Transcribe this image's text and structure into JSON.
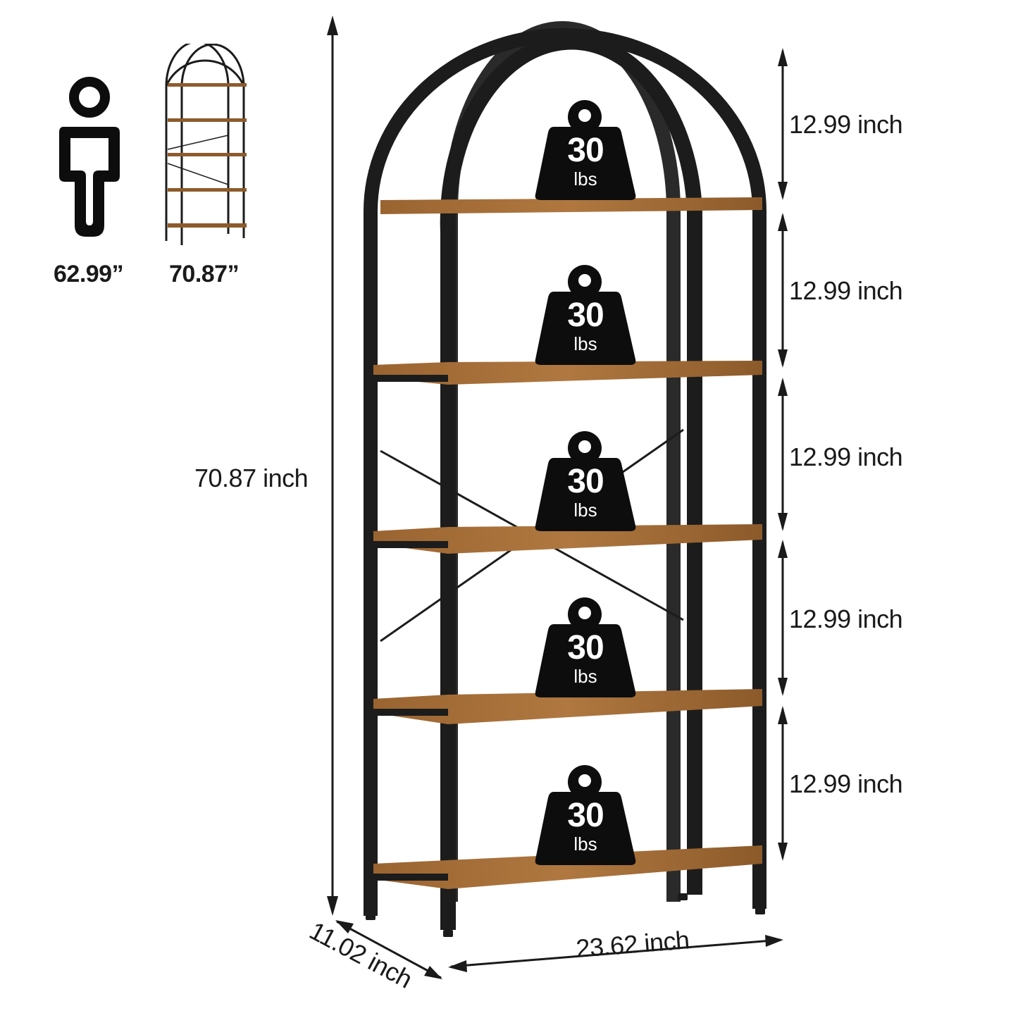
{
  "comparison": {
    "person_height": "62.99”",
    "shelf_height": "70.87”",
    "icons": [
      "person-icon",
      "mini-bookshelf-icon"
    ]
  },
  "dimensions": {
    "total_height": "70.87 inch",
    "depth": "11.02 inch",
    "width": "23.62 inch",
    "shelf_gaps": [
      "12.99 inch",
      "12.99 inch",
      "12.99 inch",
      "12.99 inch",
      "12.99 inch"
    ]
  },
  "weight_badges": [
    {
      "value": "30",
      "unit": "lbs"
    },
    {
      "value": "30",
      "unit": "lbs"
    },
    {
      "value": "30",
      "unit": "lbs"
    },
    {
      "value": "30",
      "unit": "lbs"
    },
    {
      "value": "30",
      "unit": "lbs"
    }
  ],
  "colors": {
    "frame": "#1c1c1c",
    "wood": "#8a5a2e",
    "wood_light": "#a8743f",
    "text": "#1a1a1a",
    "background": "#ffffff"
  }
}
